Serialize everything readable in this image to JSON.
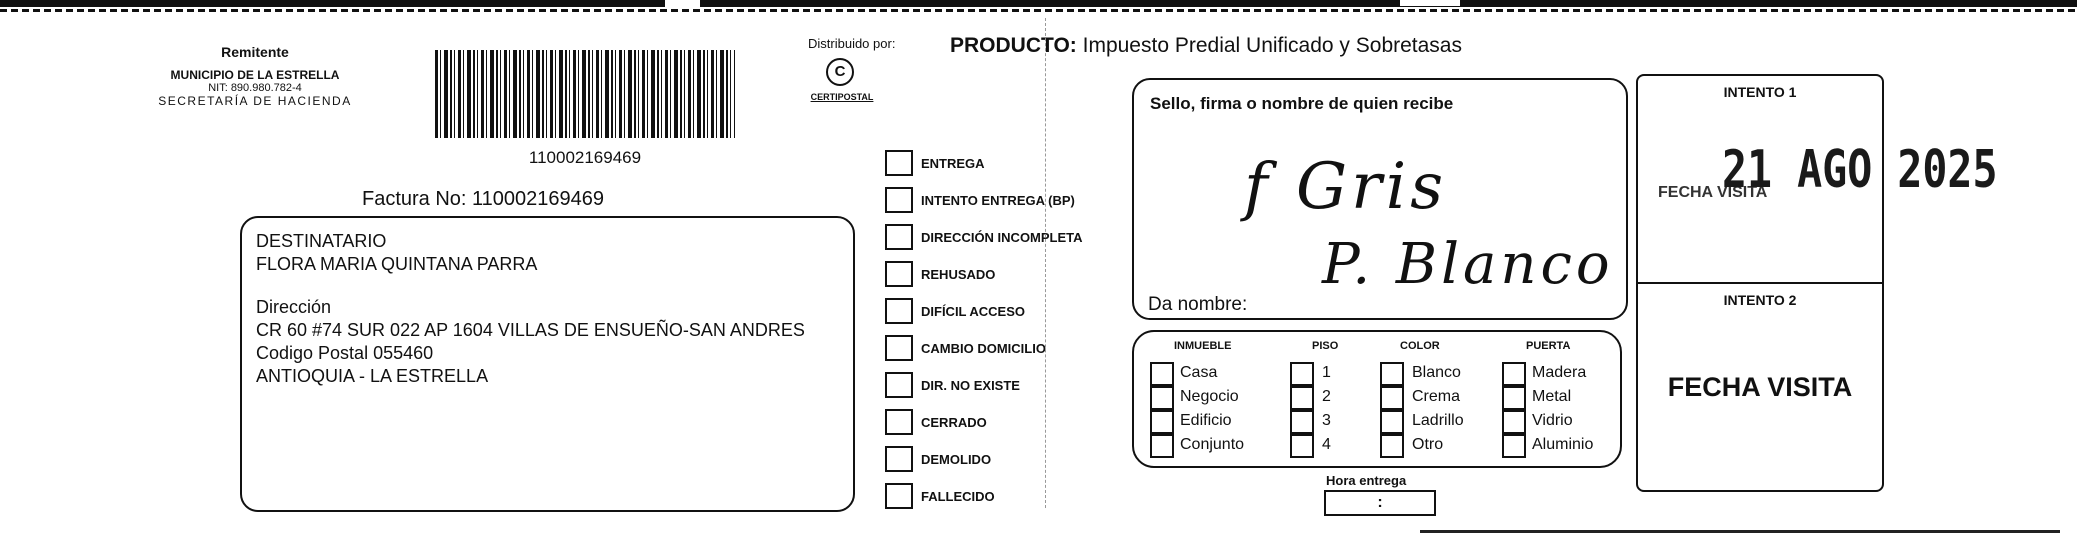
{
  "remitente": {
    "label": "Remitente",
    "name": "MUNICIPIO DE LA ESTRELLA",
    "nit": "NIT: 890.980.782-4",
    "department": "SECRETARÍA DE HACIENDA"
  },
  "barcode_number": "110002169469",
  "distribuido_por": {
    "label": "Distribuido por:",
    "logo_text": "CERTIPOSTAL"
  },
  "producto": {
    "label": "PRODUCTO:",
    "value": "Impuesto Predial Unificado y Sobretasas"
  },
  "factura": "Factura No: 110002169469",
  "destinatario": {
    "label": "DESTINATARIO",
    "name": "FLORA MARIA QUINTANA PARRA",
    "direccion_label": "Dirección",
    "address": "CR 60  #74 SUR 022 AP 1604 VILLAS DE ENSUEÑO-SAN ANDRES",
    "postal": "Codigo Postal  055460",
    "city": "ANTIOQUIA - LA ESTRELLA"
  },
  "delivery_reasons": [
    "ENTREGA",
    "INTENTO ENTREGA (BP)",
    "DIRECCIÓN INCOMPLETA",
    "REHUSADO",
    "DIFÍCIL ACCESO",
    "CAMBIO DOMICILIO",
    "DIR. NO EXISTE",
    "CERRADO",
    "DEMOLIDO",
    "FALLECIDO"
  ],
  "receipt": {
    "title": "Sello, firma o nombre de quien recibe",
    "signature_line1": "f Gris",
    "signature_line2": "P. Blanco",
    "da_nombre": "Da nombre:"
  },
  "property": {
    "inmueble": {
      "label": "INMUEBLE",
      "options": [
        "Casa",
        "Negocio",
        "Edificio",
        "Conjunto"
      ]
    },
    "piso": {
      "label": "PISO",
      "options": [
        "1",
        "2",
        "3",
        "4"
      ]
    },
    "color": {
      "label": "COLOR",
      "options": [
        "Blanco",
        "Crema",
        "Ladrillo",
        "Otro"
      ]
    },
    "puerta": {
      "label": "PUERTA",
      "options": [
        "Madera",
        "Metal",
        "Vidrio",
        "Aluminio"
      ]
    }
  },
  "hora_entrega": {
    "label": "Hora entrega",
    "value": ":"
  },
  "intento1": {
    "label": "INTENTO 1",
    "stamp_prefix": "FECHA VISITA",
    "stamp_date": "21 AGO 2025"
  },
  "intento2": {
    "label": "INTENTO 2",
    "placeholder": "FECHA VISITA"
  }
}
